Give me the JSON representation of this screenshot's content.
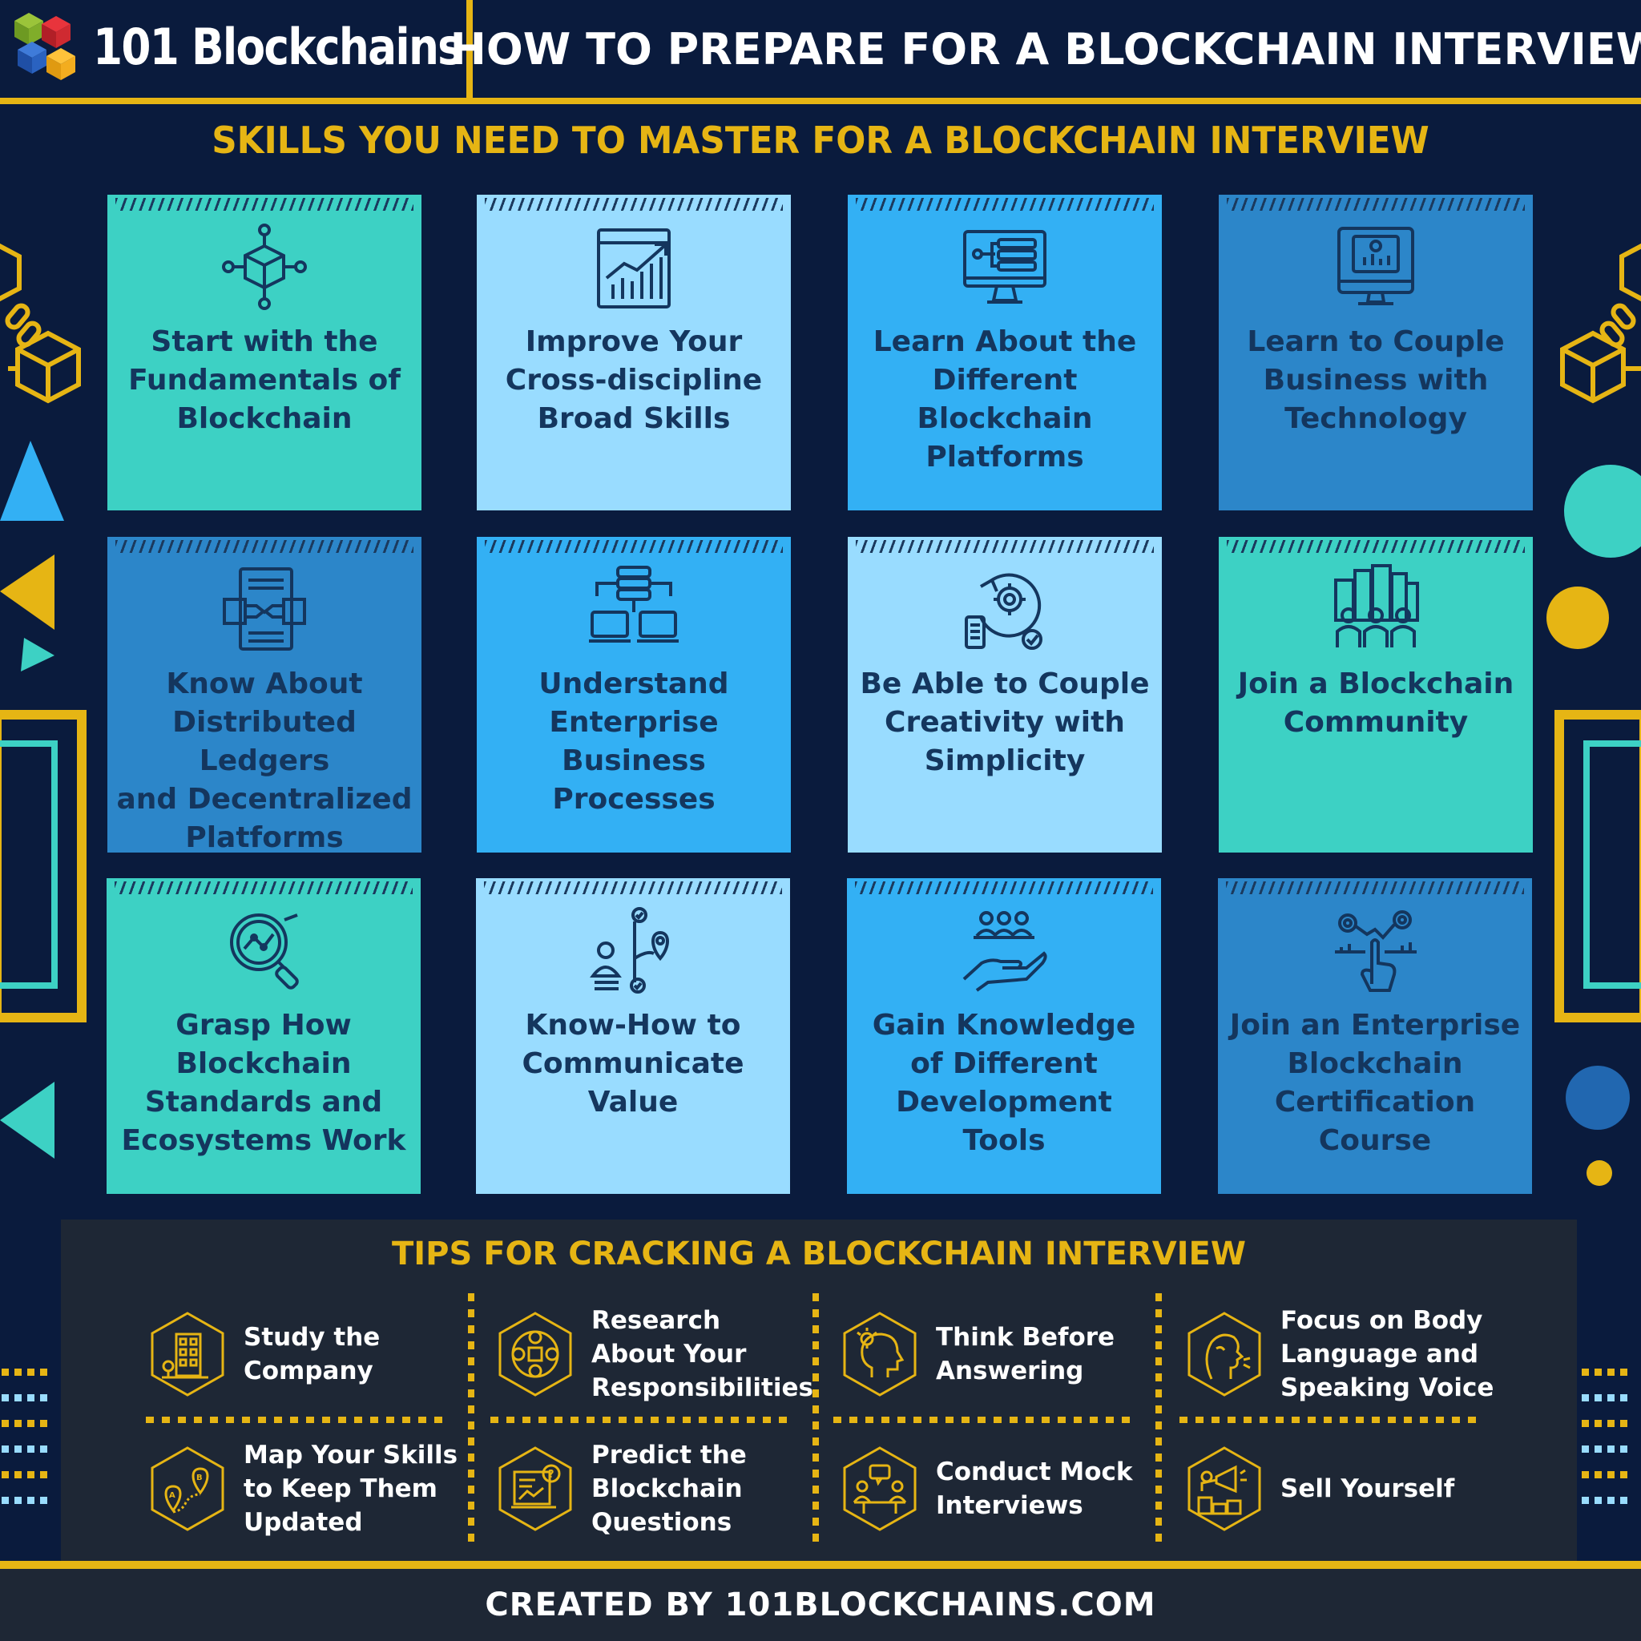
{
  "header": {
    "brand": "101 Blockchains",
    "title": "HOW TO PREPARE FOR A BLOCKCHAIN INTERVIEW",
    "logo_icon": "cube-stack-logo-icon"
  },
  "skills": {
    "title": "SKILLS YOU NEED TO MASTER FOR A BLOCKCHAIN INTERVIEW",
    "cards": [
      {
        "label": "Start with the\nFundamentals of\nBlockchain",
        "icon": "blockchain-cube-icon",
        "color": "#3dd1c4"
      },
      {
        "label": "Improve Your\nCross-discipline\nBroad Skills",
        "icon": "growth-chart-icon",
        "color": "#99dcff"
      },
      {
        "label": "Learn About the\nDifferent\nBlockchain\nPlatforms",
        "icon": "monitor-network-icon",
        "color": "#33b0f4"
      },
      {
        "label": "Learn to Couple\nBusiness with\nTechnology",
        "icon": "monitor-analytics-icon",
        "color": "#2c86c9"
      },
      {
        "label": "Know About\nDistributed Ledgers\nand Decentralized\nPlatforms",
        "icon": "ledger-handshake-icon",
        "color": "#2c86c9"
      },
      {
        "label": "Understand\nEnterprise\nBusiness Processes",
        "icon": "server-laptops-icon",
        "color": "#33b0f4"
      },
      {
        "label": "Be Able to Couple\nCreativity with\nSimplicity",
        "icon": "gear-process-icon",
        "color": "#99dcff"
      },
      {
        "label": "Join a Blockchain\nCommunity",
        "icon": "community-people-icon",
        "color": "#3dd1c4"
      },
      {
        "label": "Grasp How\nBlockchain\nStandards and\nEcosystems Work",
        "icon": "magnifier-graph-icon",
        "color": "#3dd1c4"
      },
      {
        "label": "Know-How to\nCommunicate\nValue",
        "icon": "person-path-icon",
        "color": "#99dcff"
      },
      {
        "label": "Gain Knowledge\nof Different\nDevelopment Tools",
        "icon": "hand-team-icon",
        "color": "#33b0f4"
      },
      {
        "label": "Join an Enterprise\nBlockchain\nCertification\nCourse",
        "icon": "hand-gears-icon",
        "color": "#2c86c9"
      }
    ]
  },
  "tips": {
    "title": "TIPS FOR CRACKING A BLOCKCHAIN INTERVIEW",
    "items": [
      {
        "label": "Study the\nCompany",
        "icon": "building-icon"
      },
      {
        "label": "Research\nAbout Your\nResponsibilities",
        "icon": "research-network-icon"
      },
      {
        "label": "Think Before\nAnswering",
        "icon": "head-lightbulb-icon"
      },
      {
        "label": "Focus on Body\nLanguage and\nSpeaking Voice",
        "icon": "face-profile-icon"
      },
      {
        "label": "Map Your Skills\nto Keep Them\nUpdated",
        "icon": "map-route-icon"
      },
      {
        "label": "Predict the\nBlockchain\nQuestions",
        "icon": "presentation-question-icon"
      },
      {
        "label": "Conduct Mock\nInterviews",
        "icon": "interview-table-icon"
      },
      {
        "label": "Sell Yourself",
        "icon": "megaphone-podium-icon"
      }
    ]
  },
  "footer": {
    "text": "CREATED BY 101BLOCKCHAINS.COM"
  },
  "colors": {
    "background": "#0a1b3d",
    "accent": "#e6b514",
    "teal": "#3dd1c4",
    "light_blue": "#99dcff",
    "sky_blue": "#33b0f4",
    "steel_blue": "#2c86c9",
    "panel": "#1e2735"
  }
}
